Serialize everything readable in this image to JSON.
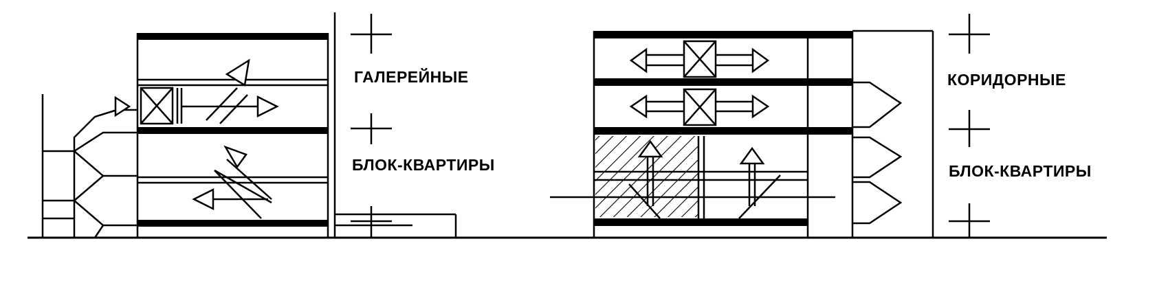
{
  "labels": {
    "left_top": "ГАЛЕРЕЙНЫЕ",
    "left_bottom": "БЛОК-КВАРТИРЫ",
    "right_top": "КОРИДОРНЫЕ",
    "right_bottom": "БЛОК-КВАРТИРЫ"
  },
  "colors": {
    "ink": "#000000",
    "paper": "#ffffff"
  }
}
